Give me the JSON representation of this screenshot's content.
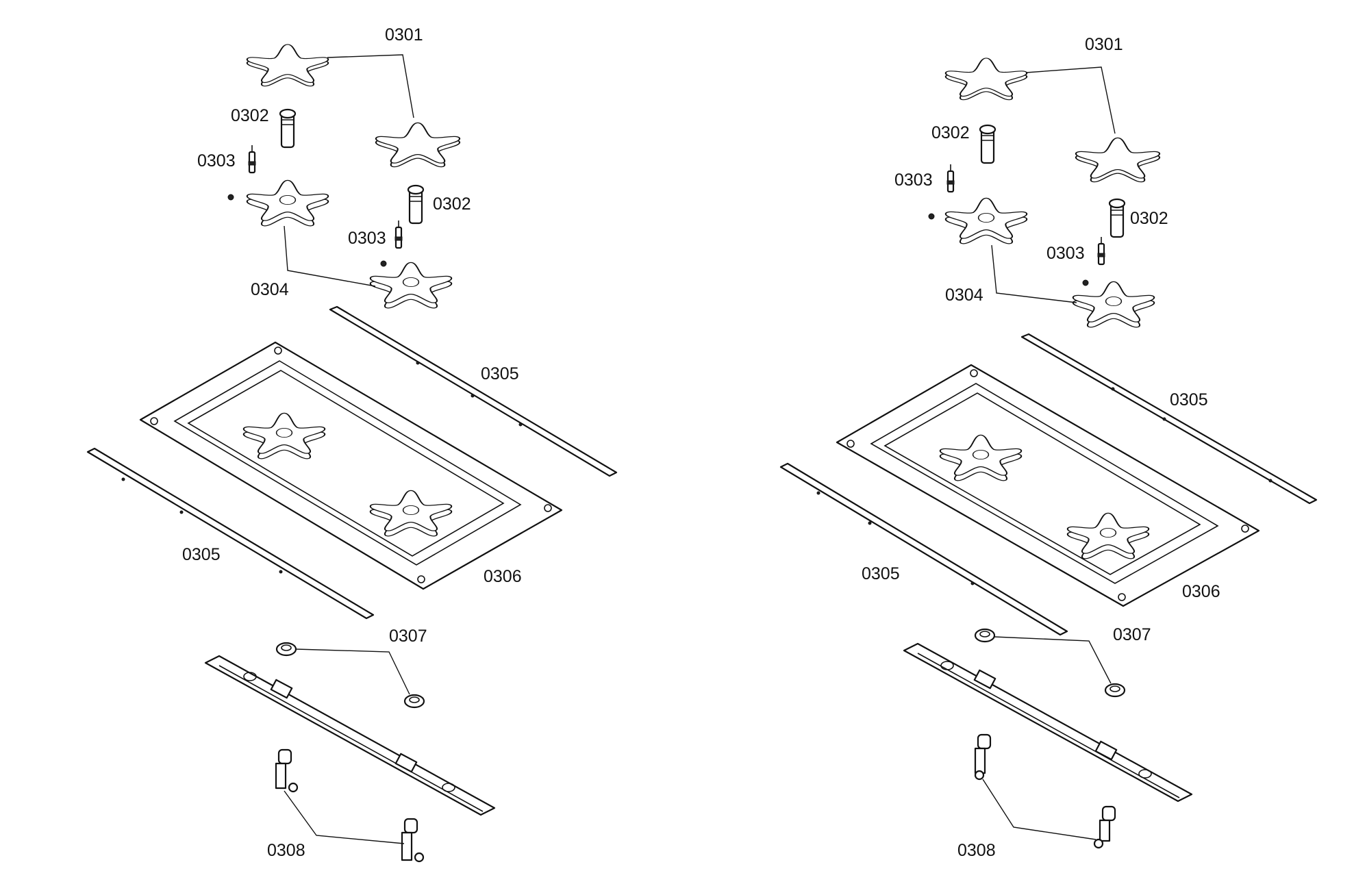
{
  "diagram": {
    "left_assembly": {
      "labels": {
        "l0301": "0301",
        "l0302a": "0302",
        "l0302b": "0302",
        "l0303a": "0303",
        "l0303b": "0303",
        "l0304": "0304",
        "l0305a": "0305",
        "l0305b": "0305",
        "l0306": "0306",
        "l0307": "0307",
        "l0308": "0308"
      }
    },
    "right_assembly": {
      "labels": {
        "l0301": "0301",
        "l0302a": "0302",
        "l0302b": "0302",
        "l0303a": "0303",
        "l0303b": "0303",
        "l0304": "0304",
        "l0305a": "0305",
        "l0305b": "0305",
        "l0306": "0306",
        "l0307": "0307",
        "l0308": "0308"
      }
    }
  }
}
